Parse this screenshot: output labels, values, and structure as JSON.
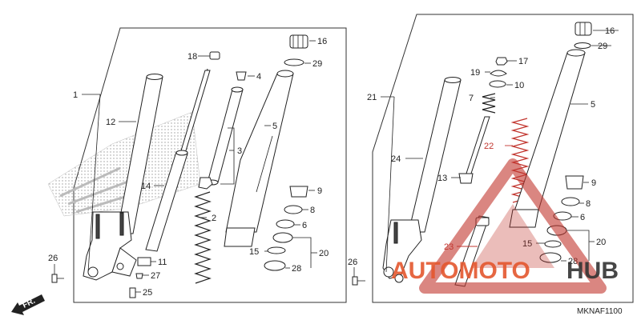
{
  "diagram_code": "MKNAF1100",
  "direction_label": "FR.",
  "watermark": {
    "part1": "AUTOMOTO",
    "part2": "HUB"
  },
  "left_callouts": [
    "1",
    "12",
    "14",
    "18",
    "4",
    "3",
    "2",
    "5",
    "16",
    "29",
    "9",
    "8",
    "6",
    "15",
    "20",
    "28",
    "11",
    "27",
    "25",
    "26"
  ],
  "right_callouts": [
    "21",
    "24",
    "13",
    "23",
    "22",
    "16",
    "29",
    "17",
    "19",
    "10",
    "7",
    "5",
    "9",
    "8",
    "6",
    "15",
    "20",
    "28",
    "26"
  ],
  "colors": {
    "line": "#222222",
    "red_overlay": "#c2362f",
    "watermark_accent": "#e4572e"
  }
}
